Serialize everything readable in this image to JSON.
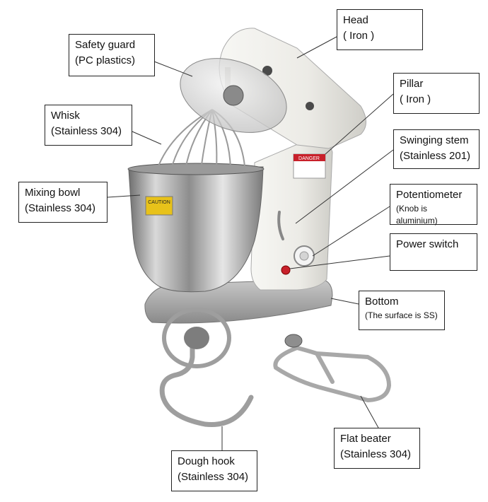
{
  "labels": {
    "head": {
      "name": "Head",
      "material": "( Iron )"
    },
    "safety_guard": {
      "name": "Safety guard",
      "material": "(PC plastics)"
    },
    "pillar": {
      "name": "Pillar",
      "material": "( Iron )"
    },
    "whisk": {
      "name": "Whisk",
      "material": "(Stainless 304)"
    },
    "swinging_stem": {
      "name": "Swinging stem",
      "material": "(Stainless 201)"
    },
    "mixing_bowl": {
      "name": "Mixing bowl",
      "material": "(Stainless 304)"
    },
    "potentiometer": {
      "name": "Potentiometer",
      "material": "(Knob is aluminium)"
    },
    "power_switch": {
      "name": "Power switch"
    },
    "bottom": {
      "name": "Bottom",
      "material": "(The surface is SS)"
    },
    "flat_beater": {
      "name": "Flat beater",
      "material": "(Stainless 304)"
    },
    "dough_hook": {
      "name": "Dough hook",
      "material": "(Stainless 304)"
    }
  },
  "machine_markings": {
    "caution_label": "CAUTION",
    "danger_label": "DANGER"
  },
  "colors": {
    "body": "#ecebe6",
    "steel": "#b9b9b9",
    "line": "#333333",
    "warning_yellow": "#e8c21a",
    "danger_red": "#c8202a"
  }
}
